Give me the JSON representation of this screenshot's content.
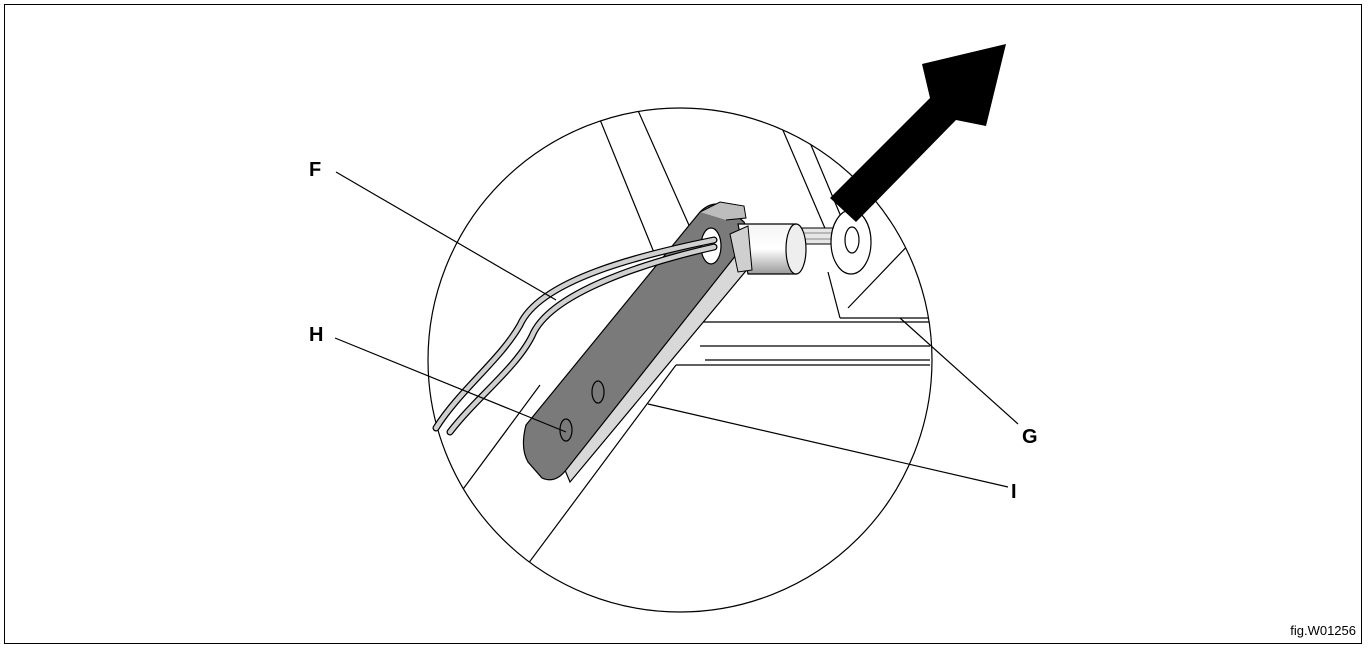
{
  "callouts": {
    "f": "F",
    "g": "G",
    "h": "H",
    "i": "I"
  },
  "figure_ref": "fig.W01256",
  "colors": {
    "line": "#000000",
    "bracket": "#7a7a7a",
    "bracket_edge": "#d8d8d8",
    "arrow": "#000000"
  }
}
